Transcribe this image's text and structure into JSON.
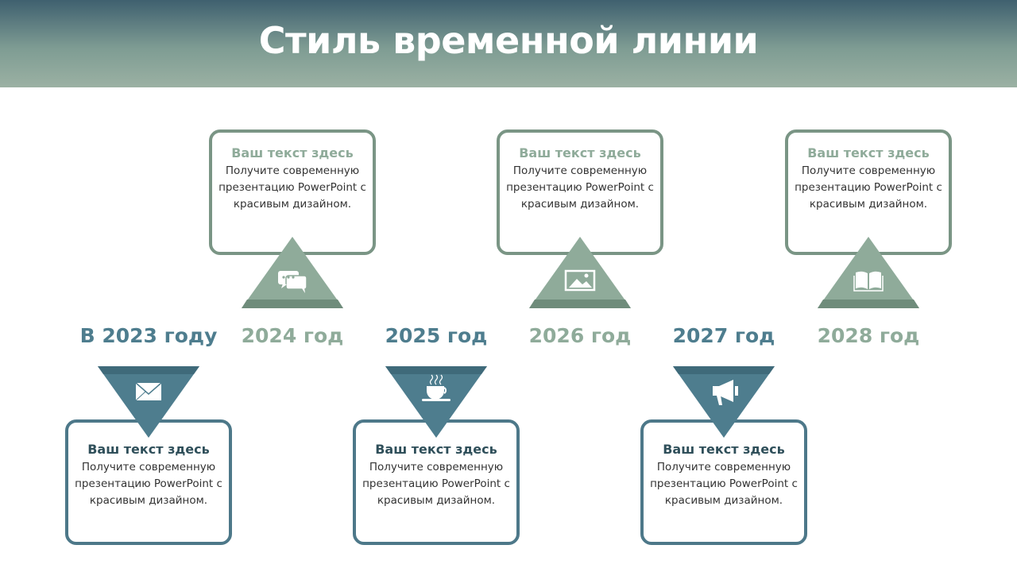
{
  "title": "Стиль временной линии",
  "colors": {
    "teal": "#4e7d8e",
    "green": "#8fab9a"
  },
  "items": [
    {
      "year": "В 2023 году",
      "heading": "Ваш текст здесь",
      "body": "Получите современную презентацию PowerPoint с красивым дизайном.",
      "icon": "envelope-icon"
    },
    {
      "year": "2024 год",
      "heading": "Ваш текст здесь",
      "body": "Получите современную презентацию PowerPoint с красивым дизайном.",
      "icon": "chat-bubbles-icon"
    },
    {
      "year": "2025 год",
      "heading": "Ваш текст здесь",
      "body": "Получите современную презентацию PowerPoint с красивым дизайном.",
      "icon": "coffee-cup-icon"
    },
    {
      "year": "2026 год",
      "heading": "Ваш текст здесь",
      "body": "Получите современную презентацию PowerPoint с красивым дизайном.",
      "icon": "picture-icon"
    },
    {
      "year": "2027 год",
      "heading": "Ваш текст здесь",
      "body": "Получите современную презентацию PowerPoint с красивым дизайном.",
      "icon": "megaphone-icon"
    },
    {
      "year": "2028 год",
      "heading": "Ваш текст здесь",
      "body": "Получите современную презентацию PowerPoint с красивым дизайном.",
      "icon": "book-icon"
    }
  ]
}
